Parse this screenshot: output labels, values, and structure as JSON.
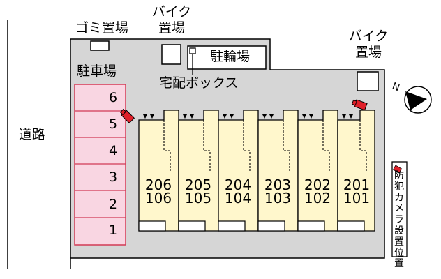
{
  "road_label": "道路",
  "garbage_area": {
    "label_line1": "ゴミ置場"
  },
  "bike_parking_top": {
    "label_line1": "バイク",
    "label_line2": "置場"
  },
  "bicycle_parking": {
    "label": "駐輪場"
  },
  "bike_parking_right": {
    "label_line1": "バイク",
    "label_line2": "置場"
  },
  "parcel_box": {
    "label": "宅配ボックス"
  },
  "car_parking": {
    "label": "駐車場",
    "spaces": [
      "6",
      "5",
      "4",
      "3",
      "2",
      "1"
    ]
  },
  "units": [
    {
      "upper": "206",
      "lower": "106"
    },
    {
      "upper": "205",
      "lower": "105"
    },
    {
      "upper": "204",
      "lower": "104"
    },
    {
      "upper": "203",
      "lower": "103"
    },
    {
      "upper": "202",
      "lower": "102"
    },
    {
      "upper": "201",
      "lower": "101"
    }
  ],
  "north_marker": {
    "letter": "N"
  },
  "camera_legend": {
    "text": "防犯カメラ設置位置"
  },
  "colors": {
    "parking_fill": "#f9d6e2",
    "parking_border": "#d23a55",
    "building_fill": "#fff7cc",
    "camera_red": "#e0202a"
  }
}
